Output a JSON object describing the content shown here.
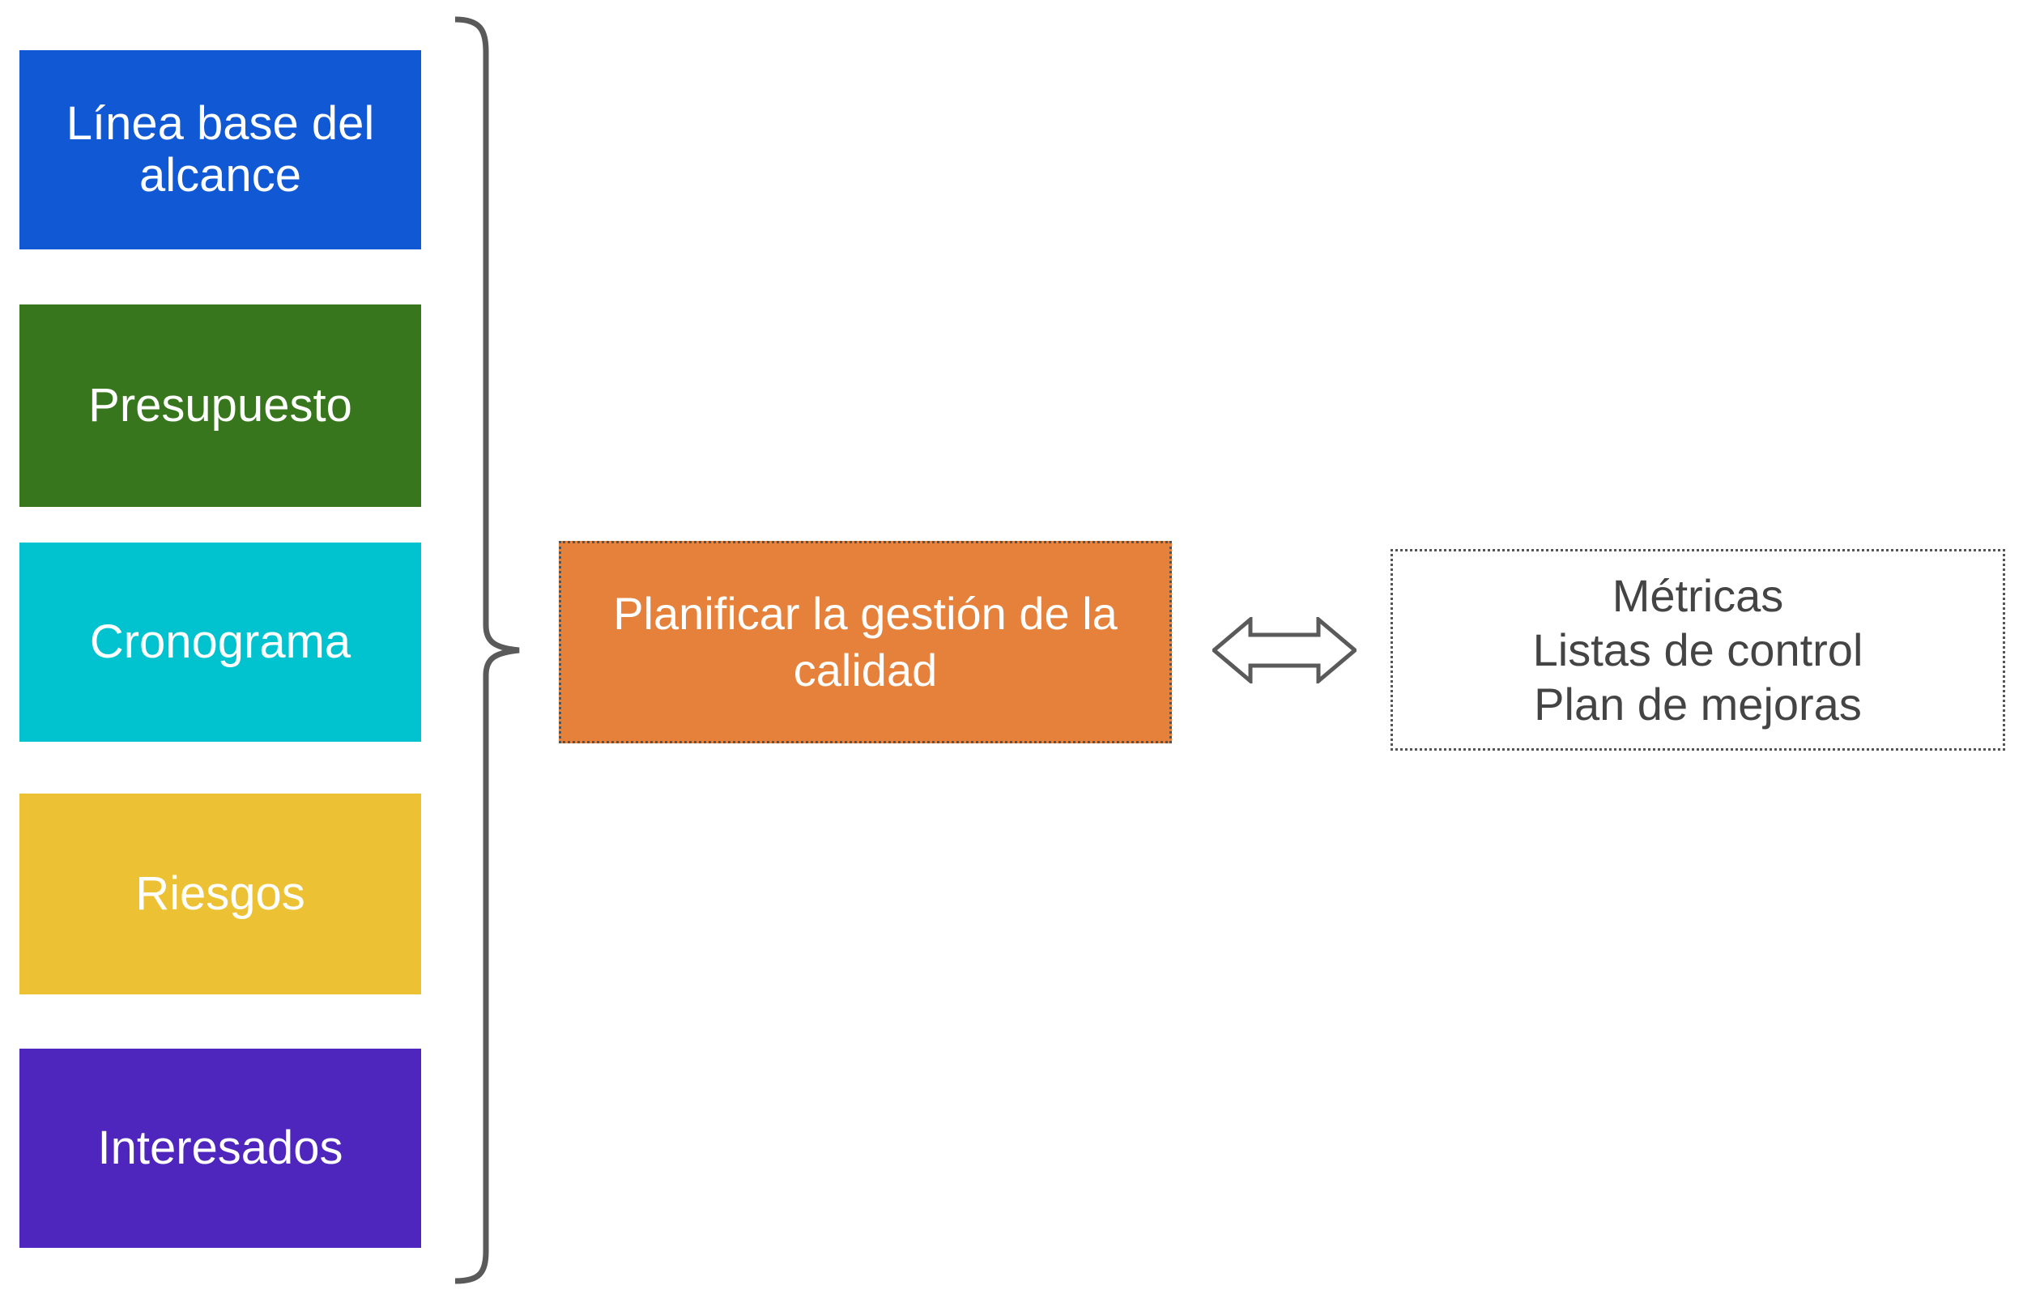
{
  "diagram": {
    "background": "#ffffff",
    "inputs_group": {
      "text_color": "#ffffff",
      "items": [
        {
          "label": "Línea base del alcance",
          "color": "#1158d4"
        },
        {
          "label": "Presupuesto",
          "color": "#38761d"
        },
        {
          "label": "Cronograma",
          "color": "#00c3cf"
        },
        {
          "label": "Riesgos",
          "color": "#ecc234"
        },
        {
          "label": "Interesados",
          "color": "#4e26bd"
        }
      ]
    },
    "brace": {
      "shape": "right-curly-brace",
      "color": "#5a5a5a"
    },
    "process_box": {
      "label": "Planificar la gestión de la calidad",
      "fill": "#e5813a",
      "text_color": "#ffffff",
      "border_color": "#555555"
    },
    "arrow": {
      "shape": "double-headed-arrow",
      "stroke": "#5a5a5a",
      "fill": "#ffffff"
    },
    "outputs_box": {
      "lines": [
        "Métricas",
        "Listas de control",
        "Plan de mejoras"
      ],
      "fill": "#ffffff",
      "text_color": "#444444",
      "border_color": "#555555"
    }
  }
}
